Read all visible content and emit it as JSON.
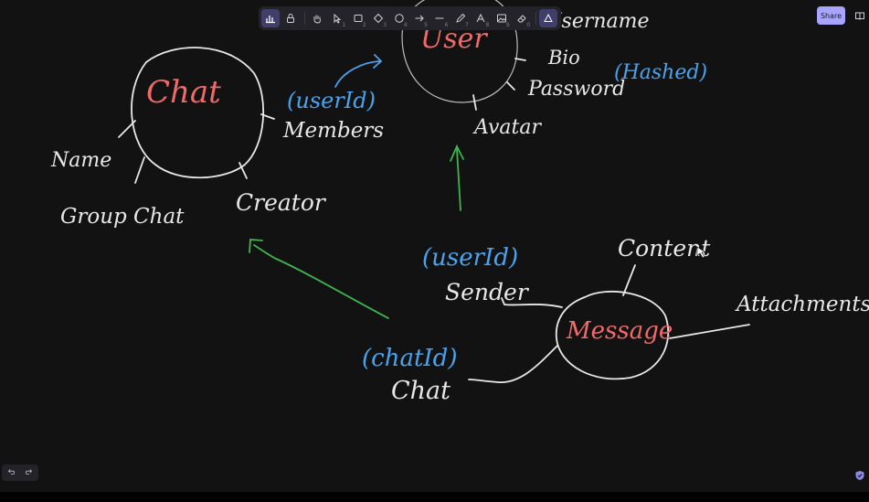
{
  "toolbar": {
    "tools": [
      {
        "name": "lock",
        "key": ""
      },
      {
        "name": "hand",
        "key": ""
      },
      {
        "name": "selection",
        "key": "1"
      },
      {
        "name": "rectangle",
        "key": "2"
      },
      {
        "name": "diamond",
        "key": "3"
      },
      {
        "name": "ellipse",
        "key": "4"
      },
      {
        "name": "arrow",
        "key": "5"
      },
      {
        "name": "line",
        "key": "6"
      },
      {
        "name": "draw",
        "key": "7"
      },
      {
        "name": "text",
        "key": "8"
      },
      {
        "name": "image",
        "key": "9"
      },
      {
        "name": "eraser",
        "key": "0"
      }
    ],
    "share_label": "Share"
  },
  "canvas": {
    "chat_title": "Chat",
    "chat_attr_name": "Name",
    "chat_attr_members": "Members",
    "chat_attr_members_note": "(userId)",
    "chat_attr_groupchat": "Group Chat",
    "chat_attr_creator": "Creator",
    "user_title": "User",
    "user_attr_username": "Username",
    "user_attr_bio": "Bio",
    "user_attr_password": "Password",
    "user_attr_password_note": "(Hashed)",
    "user_attr_avatar": "Avatar",
    "message_title": "Message",
    "message_attr_content": "Content",
    "message_attr_attachments": "Attachments",
    "message_attr_sender": "Sender",
    "message_attr_sender_note": "(userId)",
    "message_attr_chat": "Chat",
    "message_attr_chat_note": "(chatId)"
  },
  "colors": {
    "entity": "#f06a6a",
    "note": "#4aa3f0",
    "relation_arrow": "#3fb44f",
    "stroke": "#e8e8e8",
    "accent": "#a8a5ff"
  }
}
